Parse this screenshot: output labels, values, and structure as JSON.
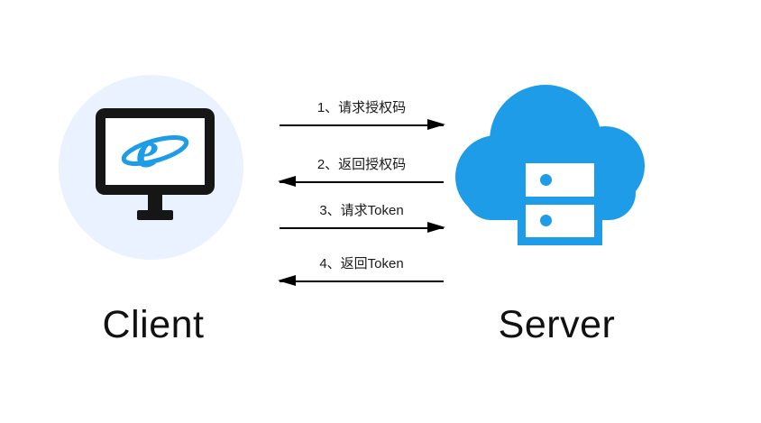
{
  "client": {
    "label": "Client"
  },
  "server": {
    "label": "Server"
  },
  "icons": {
    "client_icon": "ie-browser-monitor-icon",
    "server_icon": "cloud-server-icon",
    "ie_letter": "e"
  },
  "arrows": [
    {
      "label": "1、请求授权码",
      "direction": "right",
      "from": "Client",
      "to": "Server"
    },
    {
      "label": "2、返回授权码",
      "direction": "left",
      "from": "Server",
      "to": "Client"
    },
    {
      "label": "3、请求Token",
      "direction": "right",
      "from": "Client",
      "to": "Server"
    },
    {
      "label": "4、返回Token",
      "direction": "left",
      "from": "Server",
      "to": "Client"
    }
  ],
  "colors": {
    "accent_blue": "#1e9ce8",
    "client_circle_bg": "#e9f2fe",
    "monitor_black": "#161616",
    "arrow_black": "#000000",
    "text_black": "#111111"
  }
}
